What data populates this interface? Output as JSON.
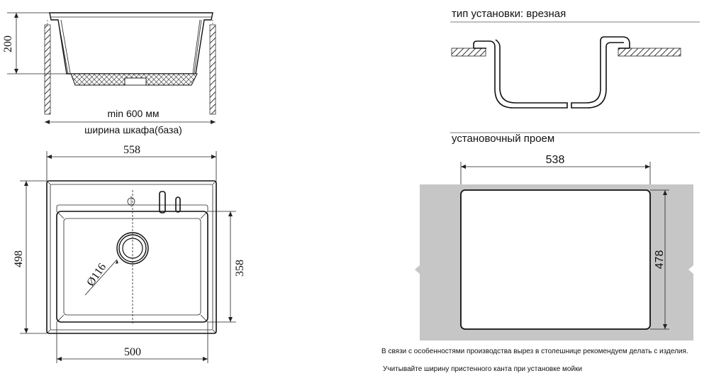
{
  "side_view": {
    "height_label": "200",
    "min_width_label": "min 600 мм",
    "cabinet_label": "ширина шкафа(база)"
  },
  "top_view": {
    "outer_width": "558",
    "outer_depth": "498",
    "bowl_depth": "358",
    "bowl_width": "500",
    "drain_diameter": "Ø116"
  },
  "installation": {
    "type_label": "тип установки: врезная",
    "cutout_label": "установочный проем",
    "cutout_width": "538",
    "cutout_depth": "478"
  },
  "notes": {
    "line1": "В связи с особенностями производства вырез в столешнице рекомендуем делать с изделия.",
    "line2": "Учитывайте ширину пристенного канта при установке мойки"
  }
}
